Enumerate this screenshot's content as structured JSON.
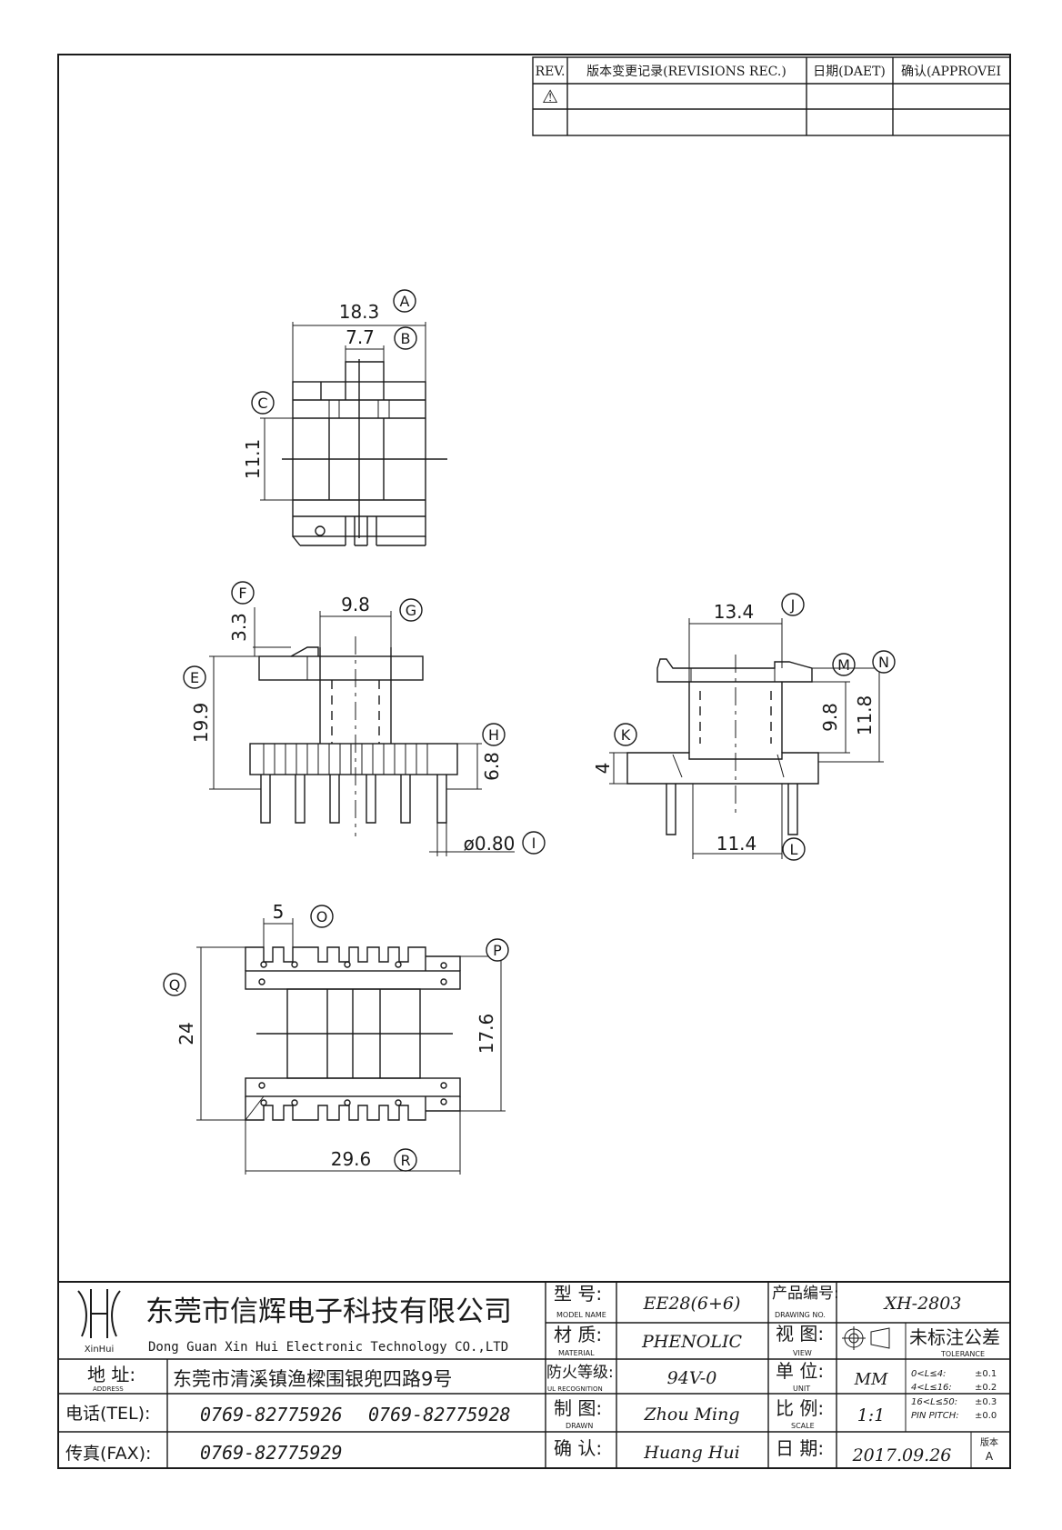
{
  "revision_table": {
    "headers": {
      "rev": "REV.",
      "record": "版本变更记录(REVISIONS REC.)",
      "date": "日期(DAET)",
      "approve": "确认(APPROVEI"
    },
    "rows": [
      {
        "rev": "⚠",
        "record": "",
        "date": "",
        "approve": ""
      },
      {
        "rev": "",
        "record": "",
        "date": "",
        "approve": ""
      }
    ]
  },
  "dimensions": {
    "top_view": {
      "a": "18.3",
      "a_tag": "A",
      "b": "7.7",
      "b_tag": "B",
      "c": "11.1",
      "c_tag": "C"
    },
    "front_view": {
      "f": "3.3",
      "f_tag": "F",
      "g": "9.8",
      "g_tag": "G",
      "e": "19.9",
      "e_tag": "E",
      "h": "6.8",
      "h_tag": "H",
      "i": "ø0.80",
      "i_tag": "I"
    },
    "side_view": {
      "j": "13.4",
      "j_tag": "J",
      "m": "9.8",
      "m_tag": "M",
      "n": "11.8",
      "n_tag": "N",
      "k": "4",
      "k_tag": "K",
      "l": "11.4",
      "l_tag": "L"
    },
    "bottom_view": {
      "o": "5",
      "o_tag": "O",
      "p": "17.6",
      "p_tag": "P",
      "q": "24",
      "q_tag": "Q",
      "r": "29.6",
      "r_tag": "R"
    }
  },
  "title_block": {
    "company_cn": "东莞市信辉电子科技有限公司",
    "company_en": "Dong Guan Xin Hui Electronic Technology CO.,LTD",
    "logo_text": "XinHui",
    "address_label": "地 址:",
    "address_label_en": "ADDRESS",
    "address": "东莞市清溪镇渔樑围银兜四路9号",
    "tel_label": "电话(TEL):",
    "tel_1": "0769-82775926",
    "tel_2": "0769-82775928",
    "fax_label": "传真(FAX):",
    "fax": "0769-82775929",
    "model_label": "型 号:",
    "model_label_en": "MODEL NAME",
    "model": "EE28(6+6)",
    "material_label": "材 质:",
    "material_label_en": "MATERIAL",
    "material": "PHENOLIC",
    "fire_label": "防火等级:",
    "fire_label_en": "UL RECOGNITION",
    "fire": "94V-0",
    "drawn_label": "制 图:",
    "drawn_label_en": "DRAWN",
    "drawn": "Zhou Ming",
    "check_label": "确 认:",
    "check": "Huang Hui",
    "product_no_label": "产品编号:",
    "product_no_label_en": "DRAWING NO.",
    "product_no": "XH-2803",
    "view_label": "视 图:",
    "view_label_en": "VIEW",
    "unit_label": "单 位:",
    "unit_label_en": "UNIT",
    "unit": "MM",
    "scale_label": "比 例:",
    "scale_label_en": "SCALE",
    "scale": "1:1",
    "date_label": "日 期:",
    "date": "2017.09.26",
    "tolerance_label": "未标注公差",
    "tolerance_label_en": "TOLERANCE",
    "tolerances": [
      {
        "range": "0<L≤4:",
        "value": "±0.1"
      },
      {
        "range": "4<L≤16:",
        "value": "±0.2"
      },
      {
        "range": "16<L≤50:",
        "value": "±0.3"
      },
      {
        "range": "PIN PITCH:",
        "value": "±0.0"
      }
    ],
    "version_label": "版本",
    "version": "A"
  }
}
